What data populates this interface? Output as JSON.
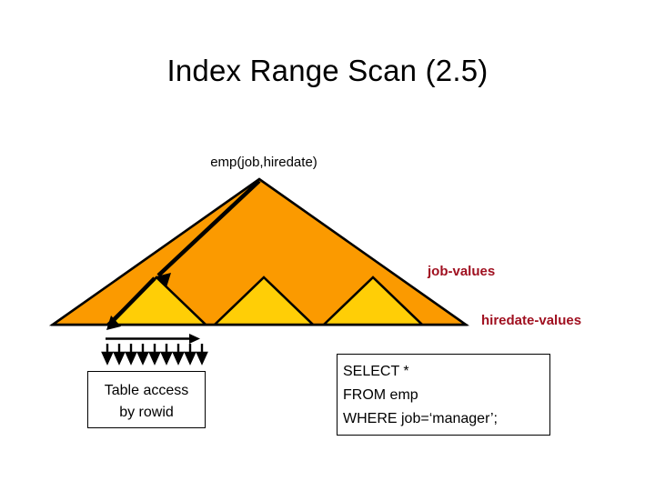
{
  "slide": {
    "title": "Index Range Scan (2.5)",
    "background_color": "#ffffff"
  },
  "diagram": {
    "index_label": "emp(job,hiredate)",
    "colors": {
      "index_root_fill": "#FB9A00",
      "leaf_fill": "#FFCE06",
      "outline": "#000000",
      "label_red": "#A01020"
    },
    "annotations": {
      "job_values": "job-values",
      "hiredate_values": "hiredate-values"
    },
    "scan_arrow_count": 9
  },
  "table_access_box": {
    "line1": "Table access",
    "line2": "by rowid"
  },
  "sql_box": {
    "line1": "SELECT *",
    "line2": "FROM emp",
    "line3": "WHERE job=‘manager’;"
  }
}
